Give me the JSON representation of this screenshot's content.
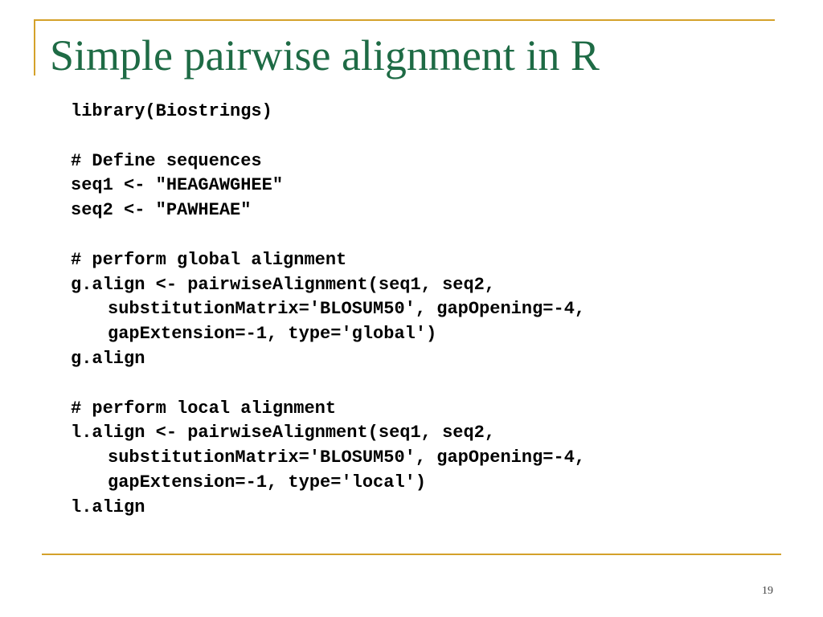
{
  "slide": {
    "title": "Simple pairwise alignment in R",
    "page_number": "19",
    "code_lines": [
      "library(Biostrings)",
      "",
      "# Define sequences",
      "seq1 <- \"HEAGAWGHEE\"",
      "seq2 <- \"PAWHEAE\"",
      "",
      "# perform global alignment",
      "g.align <- pairwiseAlignment(seq1, seq2,",
      "substitutionMatrix='BLOSUM50', gapOpening=-4,",
      "gapExtension=-1, type='global')",
      "g.align",
      "",
      "# perform local alignment",
      "l.align <- pairwiseAlignment(seq1, seq2,",
      "substitutionMatrix='BLOSUM50', gapOpening=-4,",
      "gapExtension=-1, type='local')",
      "l.align"
    ]
  },
  "colors": {
    "title": "#1e6b45",
    "accent_rule": "#d4a12a",
    "code_text": "#000000"
  }
}
